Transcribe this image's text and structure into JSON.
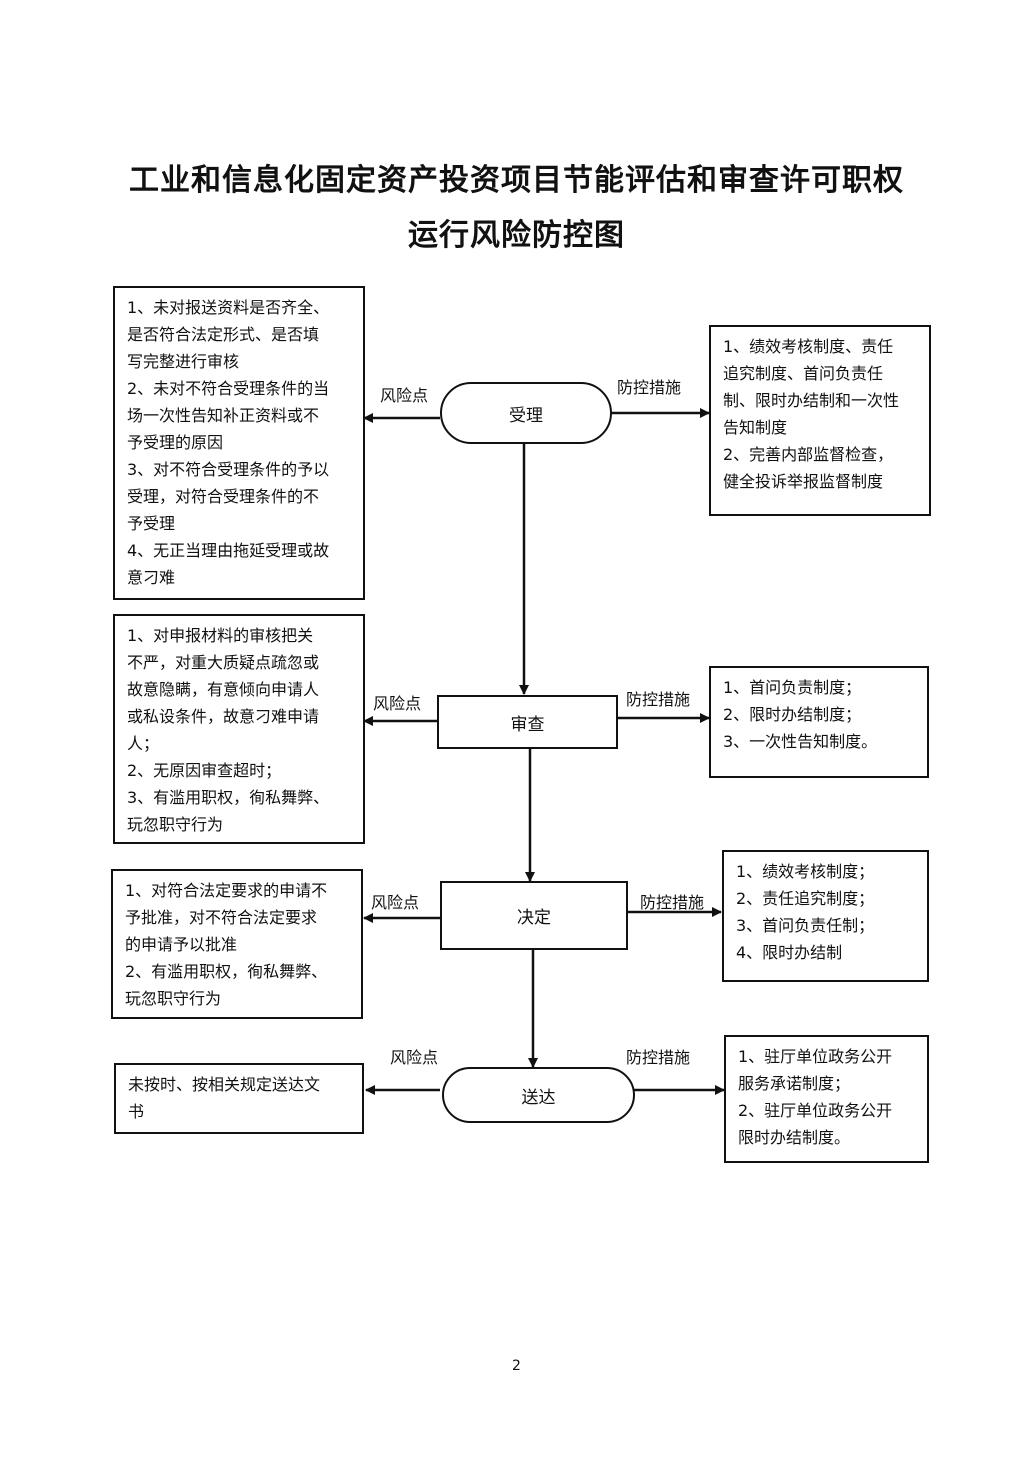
{
  "title": {
    "line1": "工业和信息化固定资产投资项目节能评估和审查许可职权",
    "line2": "运行风险防控图"
  },
  "labels": {
    "risk": "风险点",
    "control": "防控措施"
  },
  "steps": [
    {
      "name": "受理",
      "shape": "rounded",
      "risks": [
        "1、未对报送资料是否齐全、是否符合法定形式、是否填写完整进行审核",
        "2、未对不符合受理条件的当场一次性告知补正资料或不予受理的原因",
        "3、对不符合受理条件的予以受理，对符合受理条件的不予受理",
        "4、无正当理由拖延受理或故意刁难"
      ],
      "risk_lines": [
        "1、未对报送资料是否齐全、",
        "是否符合法定形式、是否填",
        "写完整进行审核",
        "2、未对不符合受理条件的当",
        "场一次性告知补正资料或不",
        "予受理的原因",
        "3、对不符合受理条件的予以",
        "受理，对符合受理条件的不",
        "予受理",
        "4、无正当理由拖延受理或故",
        "意刁难"
      ],
      "control_lines": [
        "1、绩效考核制度、责任",
        "追究制度、首问负责任",
        "制、限时办结制和一次性",
        "告知制度",
        "2、完善内部监督检查，",
        "健全投诉举报监督制度"
      ]
    },
    {
      "name": "审查",
      "shape": "rect",
      "risk_lines": [
        "1、对申报材料的审核把关",
        "不严，对重大质疑点疏忽或",
        "故意隐瞒，有意倾向申请人",
        "或私设条件，故意刁难申请",
        "人；",
        "2、无原因审查超时；",
        "3、有滥用职权，徇私舞弊、",
        "玩忽职守行为"
      ],
      "control_lines": [
        "1、首问负责制度；",
        "2、限时办结制度；",
        "3、一次性告知制度。"
      ]
    },
    {
      "name": "决定",
      "shape": "rect",
      "risk_lines": [
        "1、对符合法定要求的申请不",
        "予批准，对不符合法定要求",
        "的申请予以批准",
        "2、有滥用职权，徇私舞弊、",
        "玩忽职守行为"
      ],
      "control_lines": [
        "1、绩效考核制度；",
        "2、责任追究制度；",
        "3、首问负责任制；",
        "4、限时办结制"
      ]
    },
    {
      "name": "送达",
      "shape": "rounded",
      "risk_lines": [
        "未按时、按相关规定送达文",
        "书"
      ],
      "control_lines": [
        "1、驻厅单位政务公开",
        "服务承诺制度；",
        "2、驻厅单位政务公开",
        "限时办结制度。"
      ]
    }
  ],
  "page_number": "2"
}
